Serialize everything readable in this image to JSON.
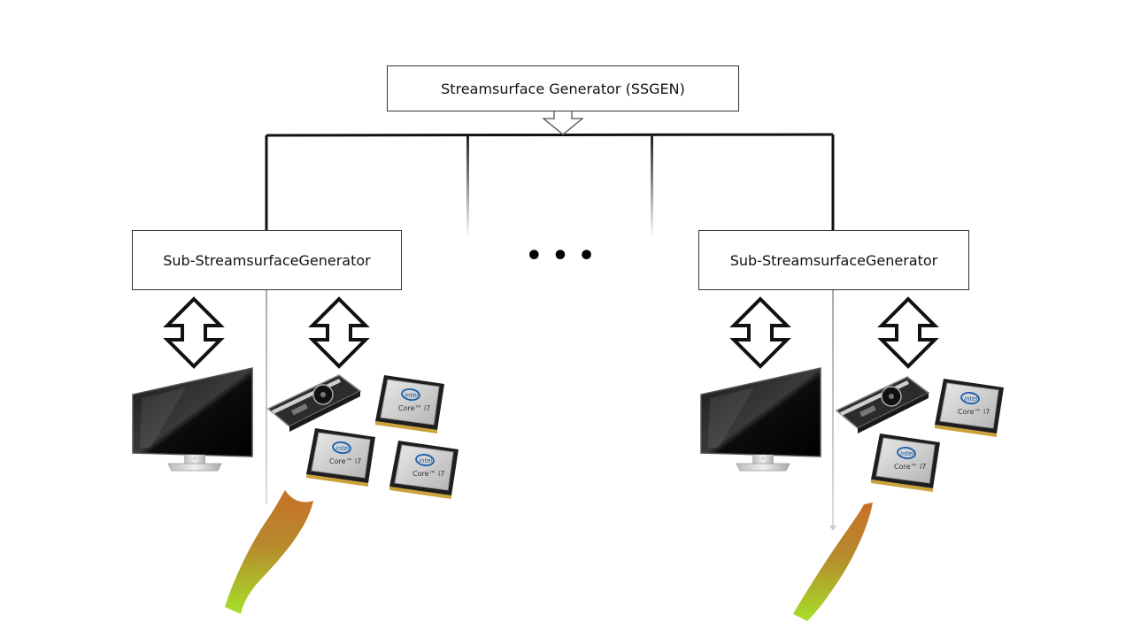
{
  "diagram": {
    "root": {
      "label": "Streamsurface Generator (SSGEN)"
    },
    "sub_generators": [
      {
        "label": "Sub-StreamsurfaceGenerator"
      },
      {
        "label": "Sub-StreamsurfaceGenerator"
      }
    ],
    "ellipsis": "• • •",
    "icons": {
      "left": [
        "monitor-icon",
        "gpu-card-icon",
        "cpu-chip-icon",
        "cpu-chip-icon",
        "cpu-chip-icon"
      ],
      "right": [
        "monitor-icon",
        "gpu-card-icon",
        "cpu-chip-icon",
        "cpu-chip-icon"
      ]
    },
    "colors": {
      "stroke": "#111111",
      "surface_top": "#c8702a",
      "surface_bottom": "#a6e02a"
    }
  }
}
